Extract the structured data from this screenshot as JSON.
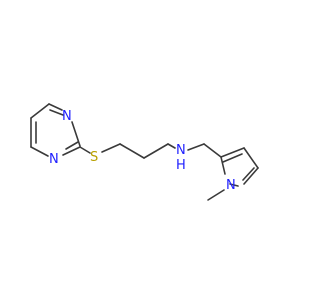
{
  "molecule": {
    "atoms": {
      "n1": "N",
      "n2": "N",
      "s": "S",
      "nh_n": "N",
      "nh_h": "H",
      "n_pyrrole": "N"
    }
  },
  "colors": {
    "bond": "#3a3a3a",
    "nitrogen": "#2020ff",
    "sulfur": "#b8a000",
    "background": "#ffffff"
  }
}
